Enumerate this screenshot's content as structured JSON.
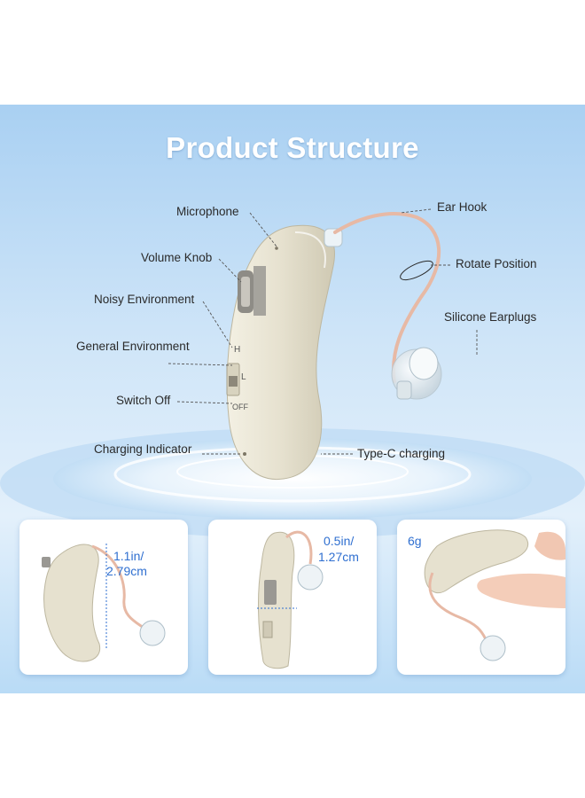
{
  "title": "Product Structure",
  "labels": {
    "microphone": "Microphone",
    "volume_knob": "Volume Knob",
    "noisy_environment": "Noisy Environment",
    "general_environment": "General Environment",
    "switch_off": "Switch Off",
    "charging_indicator": "Charging Indicator",
    "ear_hook": "Ear Hook",
    "rotate_position": "Rotate Position",
    "silicone_earplugs": "Silicone Earplugs",
    "type_c_charging": "Type-C charging"
  },
  "device_marks": {
    "h": "H",
    "l": "L",
    "off": "OFF"
  },
  "cards": {
    "height": {
      "line1": "1.1in/",
      "line2": "2.79cm"
    },
    "width": {
      "line1": "0.5in/",
      "line2": "1.27cm"
    },
    "weight": {
      "text": "6g"
    }
  },
  "colors": {
    "banner_top": "#a9d0f2",
    "device_body": "#e6e1cf",
    "dimension_text": "#2f6fd0",
    "title": "#ffffff"
  }
}
